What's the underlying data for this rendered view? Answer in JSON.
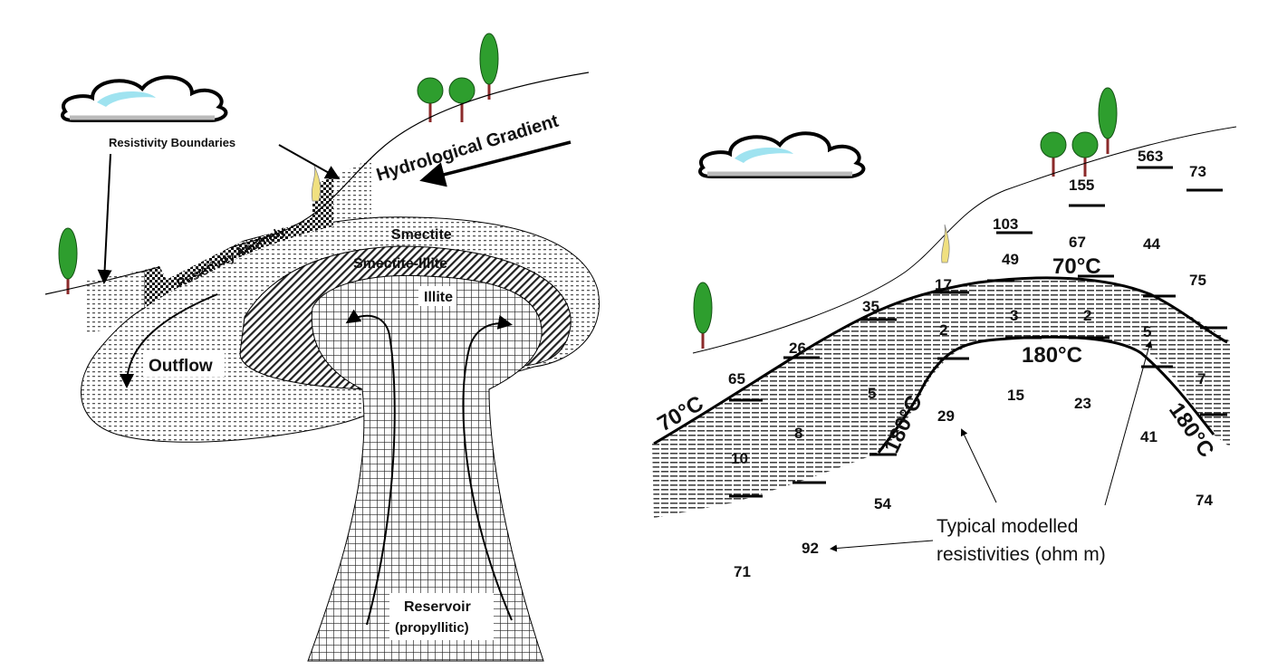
{
  "left_panel": {
    "labels": {
      "resistivity_boundaries": "Resistivity Boundaries",
      "hydrological_gradient": "Hydrological Gradient",
      "resistivity_anomaly": "Resistivity Anomaly",
      "smectite": "Smectite",
      "smectite_illite": "Smectite-Illite",
      "illite": "Illite",
      "outflow": "Outflow",
      "reservoir": "Reservoir",
      "reservoir_type": "(propyllitic)"
    }
  },
  "right_panel": {
    "isotherms": {
      "upper_left": "70°C",
      "upper_top": "70°C",
      "lower_top": "180°C",
      "lower_left": "180°C",
      "lower_right": "180°C"
    },
    "resistivities": [
      "563",
      "73",
      "155",
      "103",
      "67",
      "44",
      "49",
      "75",
      "17",
      "35",
      "3",
      "2",
      "2",
      "5",
      "26",
      "65",
      "5",
      "15",
      "23",
      "7",
      "29",
      "8",
      "41",
      "10",
      "54",
      "74",
      "92",
      "71"
    ],
    "note_line1": "Typical modelled",
    "note_line2": "resistivities (ohm m)"
  },
  "colors": {
    "tree_green": "#2e9e2e",
    "trunk": "#8b2a2a",
    "cloud_blue": "#9fe3f0",
    "flame": "#f0e080"
  }
}
